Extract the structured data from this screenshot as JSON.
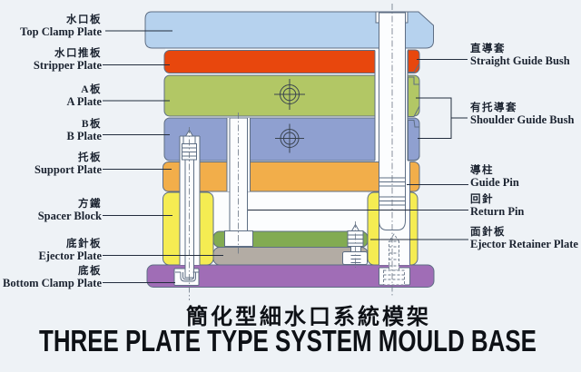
{
  "title": {
    "zh": "簡化型細水口系統模架",
    "en": "THREE PLATE TYPE SYSTEM MOULD BASE"
  },
  "labels": {
    "left": [
      {
        "zh": "水口板",
        "en": "Top Clamp Plate"
      },
      {
        "zh": "水口推板",
        "en": "Stripper Plate"
      },
      {
        "zh": "A板",
        "en": "A Plate"
      },
      {
        "zh": "B板",
        "en": "B Plate"
      },
      {
        "zh": "托板",
        "en": "Support Plate"
      },
      {
        "zh": "方鐵",
        "en": "Spacer Block"
      },
      {
        "zh": "底針板",
        "en": "Ejector Plate"
      },
      {
        "zh": "底板",
        "en": "Bottom Clamp Plate"
      }
    ],
    "right": [
      {
        "zh": "直導套",
        "en": "Straight Guide Bush"
      },
      {
        "zh": "有托導套",
        "en": "Shoulder Guide Bush"
      },
      {
        "zh": "導柱",
        "en": "Guide Pin"
      },
      {
        "zh": "回針",
        "en": "Return Pin"
      },
      {
        "zh": "面針板",
        "en": "Ejector Retainer Plate"
      }
    ]
  },
  "colors": {
    "page_bg": "#eef2f6",
    "white": "#fcfdfe",
    "top_clamp": "#b6d2ee",
    "stripper": "#e8470d",
    "a_plate": "#b2c765",
    "b_plate": "#8fa0d0",
    "support": "#f2ae4a",
    "spacer": "#f5ec52",
    "retainer": "#82ab52",
    "ejector": "#b3aca4",
    "bottom": "#a06db6",
    "outline": "#5e6e84",
    "line": "#232d3e",
    "text": "#1b2330",
    "title": "#0e1116"
  }
}
